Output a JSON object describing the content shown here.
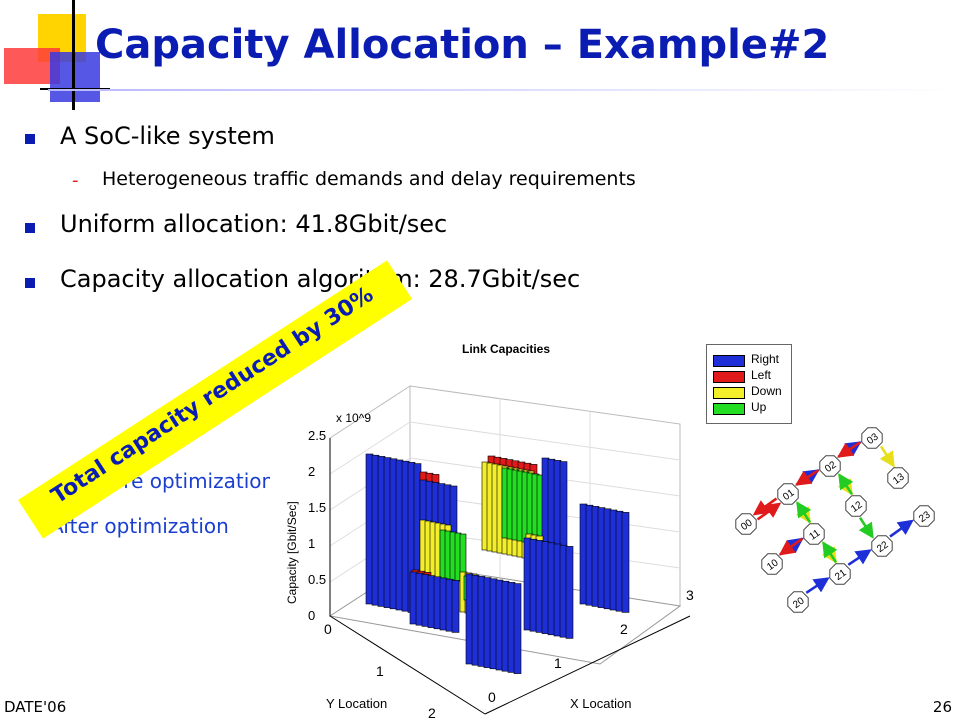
{
  "title": "Capacity Allocation – Example#2",
  "bullets": [
    "A SoC-like system",
    "Uniform allocation: 41.8Gbit/sec",
    "Capacity allocation algorithm: 28.7Gbit/sec"
  ],
  "sub_bullet": "Heterogeneous traffic demands and delay requirements",
  "sub_dash": "-",
  "before_label": "Before optimization",
  "after_label": "After optimization",
  "banner": "Total capacity reduced by 30%",
  "footer": {
    "left": "DATE'06",
    "right": "26"
  },
  "chart_data": {
    "type": "bar3d",
    "title": "Link Capacities",
    "zlabel": "Capacity [Gbit/Sec]",
    "zscale": "x 10^9",
    "ylabel": "Y Location",
    "xlabel": "X Location",
    "z_ticks": [
      "0",
      "0.5",
      "1",
      "1.5",
      "2",
      "2.5"
    ],
    "y_ticks": [
      "0",
      "1",
      "2"
    ],
    "x_ticks": [
      "0",
      "1",
      "2",
      "3"
    ],
    "legend": [
      "Right",
      "Left",
      "Down",
      "Up"
    ]
  },
  "colors": {
    "right": "#1f2fd8",
    "left": "#e01a1a",
    "down": "#f2ee2a",
    "up": "#22dd22",
    "title": "#0b1cb3",
    "banner": "#ffff00"
  },
  "network": {
    "nodes": [
      "00",
      "01",
      "02",
      "03",
      "10",
      "11",
      "12",
      "13",
      "20",
      "21",
      "22",
      "23"
    ]
  }
}
